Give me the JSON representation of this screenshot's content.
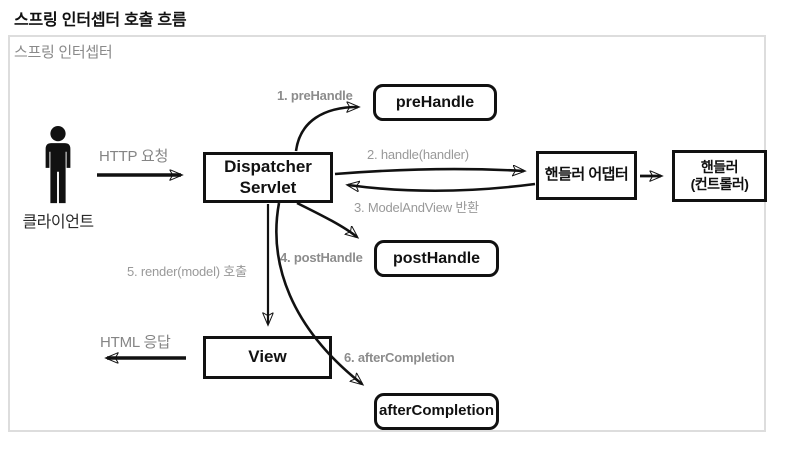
{
  "page": {
    "title": "스프링 인터셉터 호출 흐름"
  },
  "diagram": {
    "container_label": "스프링 인터셉터",
    "actor": {
      "label": "클라이언트"
    },
    "nodes": {
      "dispatcher": {
        "line1": "Dispatcher",
        "line2": "Servlet"
      },
      "pre_handle": "preHandle",
      "post_handle": "postHandle",
      "after_completion": "afterCompletion",
      "handler_adapter": "핸들러 어댑터",
      "handler": {
        "line1": "핸들러",
        "line2": "(컨트롤러)"
      },
      "view": "View"
    },
    "edges": {
      "http_request": "HTTP 요청",
      "step1": "1. preHandle",
      "step2": "2. handle(handler)",
      "step3": "3. ModelAndView 반환",
      "step4": "4. postHandle",
      "step5": "5. render(model) 호출",
      "step6": "6. afterCompletion",
      "html_response": "HTML 응답"
    },
    "colors": {
      "node_border": "#111111",
      "frame_border": "#dddddd",
      "label_gray": "#999999",
      "arrow": "#111111"
    }
  }
}
